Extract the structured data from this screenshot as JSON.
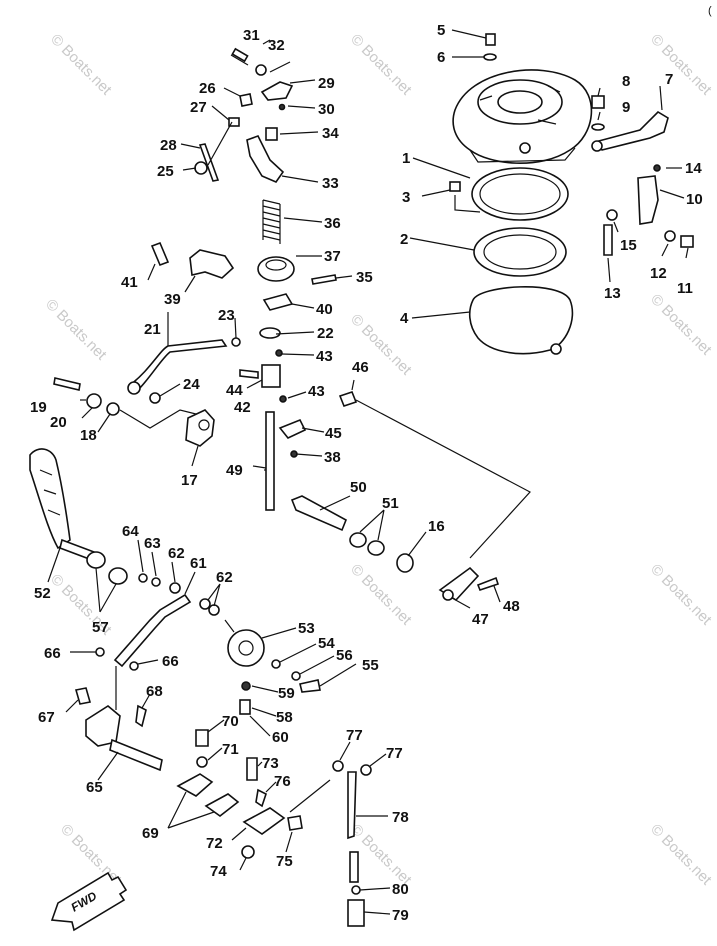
{
  "diagram": {
    "corner_mark": "(",
    "fwd_label": "FWD",
    "watermark_text": "© Boats.net",
    "labels": [
      {
        "id": "1",
        "text": "1"
      },
      {
        "id": "2",
        "text": "2"
      },
      {
        "id": "3",
        "text": "3"
      },
      {
        "id": "4",
        "text": "4"
      },
      {
        "id": "5",
        "text": "5"
      },
      {
        "id": "6",
        "text": "6"
      },
      {
        "id": "7",
        "text": "7"
      },
      {
        "id": "8",
        "text": "8"
      },
      {
        "id": "9",
        "text": "9"
      },
      {
        "id": "10",
        "text": "10"
      },
      {
        "id": "11",
        "text": "11"
      },
      {
        "id": "12",
        "text": "12"
      },
      {
        "id": "13",
        "text": "13"
      },
      {
        "id": "14",
        "text": "14"
      },
      {
        "id": "15",
        "text": "15"
      },
      {
        "id": "16",
        "text": "16"
      },
      {
        "id": "17",
        "text": "17"
      },
      {
        "id": "18",
        "text": "18"
      },
      {
        "id": "19",
        "text": "19"
      },
      {
        "id": "20",
        "text": "20"
      },
      {
        "id": "21",
        "text": "21"
      },
      {
        "id": "22",
        "text": "22"
      },
      {
        "id": "23",
        "text": "23"
      },
      {
        "id": "24",
        "text": "24"
      },
      {
        "id": "25",
        "text": "25"
      },
      {
        "id": "26",
        "text": "26"
      },
      {
        "id": "27",
        "text": "27"
      },
      {
        "id": "28",
        "text": "28"
      },
      {
        "id": "29",
        "text": "29"
      },
      {
        "id": "30",
        "text": "30"
      },
      {
        "id": "31",
        "text": "31"
      },
      {
        "id": "32",
        "text": "32"
      },
      {
        "id": "33",
        "text": "33"
      },
      {
        "id": "34",
        "text": "34"
      },
      {
        "id": "35",
        "text": "35"
      },
      {
        "id": "36",
        "text": "36"
      },
      {
        "id": "37",
        "text": "37"
      },
      {
        "id": "38",
        "text": "38"
      },
      {
        "id": "39",
        "text": "39"
      },
      {
        "id": "40",
        "text": "40"
      },
      {
        "id": "41",
        "text": "41"
      },
      {
        "id": "42",
        "text": "42"
      },
      {
        "id": "43a",
        "text": "43"
      },
      {
        "id": "43b",
        "text": "43"
      },
      {
        "id": "44",
        "text": "44"
      },
      {
        "id": "45",
        "text": "45"
      },
      {
        "id": "46",
        "text": "46"
      },
      {
        "id": "47",
        "text": "47"
      },
      {
        "id": "48",
        "text": "48"
      },
      {
        "id": "49",
        "text": "49"
      },
      {
        "id": "50",
        "text": "50"
      },
      {
        "id": "51",
        "text": "51"
      },
      {
        "id": "52",
        "text": "52"
      },
      {
        "id": "53",
        "text": "53"
      },
      {
        "id": "54",
        "text": "54"
      },
      {
        "id": "55",
        "text": "55"
      },
      {
        "id": "56",
        "text": "56"
      },
      {
        "id": "57",
        "text": "57"
      },
      {
        "id": "58",
        "text": "58"
      },
      {
        "id": "59",
        "text": "59"
      },
      {
        "id": "60",
        "text": "60"
      },
      {
        "id": "61",
        "text": "61"
      },
      {
        "id": "62a",
        "text": "62"
      },
      {
        "id": "62b",
        "text": "62"
      },
      {
        "id": "63",
        "text": "63"
      },
      {
        "id": "64",
        "text": "64"
      },
      {
        "id": "65",
        "text": "65"
      },
      {
        "id": "66a",
        "text": "66"
      },
      {
        "id": "66b",
        "text": "66"
      },
      {
        "id": "67",
        "text": "67"
      },
      {
        "id": "68",
        "text": "68"
      },
      {
        "id": "69",
        "text": "69"
      },
      {
        "id": "70",
        "text": "70"
      },
      {
        "id": "71",
        "text": "71"
      },
      {
        "id": "72",
        "text": "72"
      },
      {
        "id": "73",
        "text": "73"
      },
      {
        "id": "74",
        "text": "74"
      },
      {
        "id": "75",
        "text": "75"
      },
      {
        "id": "76",
        "text": "76"
      },
      {
        "id": "77a",
        "text": "77"
      },
      {
        "id": "77b",
        "text": "77"
      },
      {
        "id": "78",
        "text": "78"
      },
      {
        "id": "79",
        "text": "79"
      },
      {
        "id": "80",
        "text": "80"
      }
    ]
  }
}
